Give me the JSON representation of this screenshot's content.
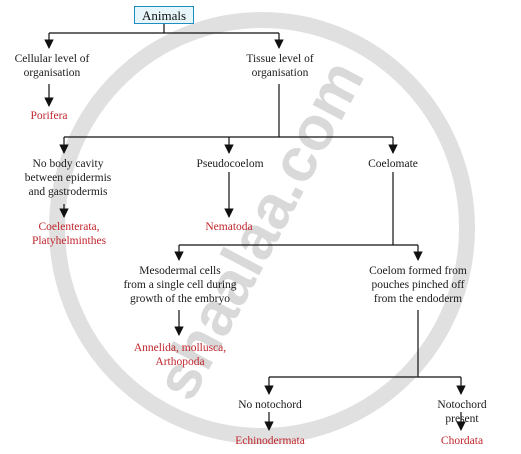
{
  "diagram": {
    "root": "Animals",
    "watermark": "shaalaa.com",
    "nodes": {
      "cellular": "Cellular level of\norganisation",
      "porifera": "Porifera",
      "tissue": "Tissue level of\norganisation",
      "no_cavity": "No body cavity\nbetween epidermis\nand gastrodermis",
      "coelenterata": "Coelenterata,\nPlatyhelminthes",
      "pseudo": "Pseudocoelom",
      "nematoda": "Nematoda",
      "coelomate": "Coelomate",
      "mesodermal": "Mesodermal cells\nfrom a single cell during\ngrowth of the embryo",
      "annelida": "Annelida, mollusca,\nArthopoda",
      "coelom_pouches": "Coelom formed from\npouches pinched off\nfrom the endoderm",
      "no_notochord": "No notochord",
      "echinodermata": "Echinodermata",
      "notochord": "Notochord present",
      "chordata": "Chordata"
    },
    "colors": {
      "group_text": "#c0262d",
      "node_text": "#1a1a1a",
      "root_border": "#1f8fbf",
      "root_fill": "#e6f6fb",
      "watermark": "#d9d9d9"
    }
  }
}
